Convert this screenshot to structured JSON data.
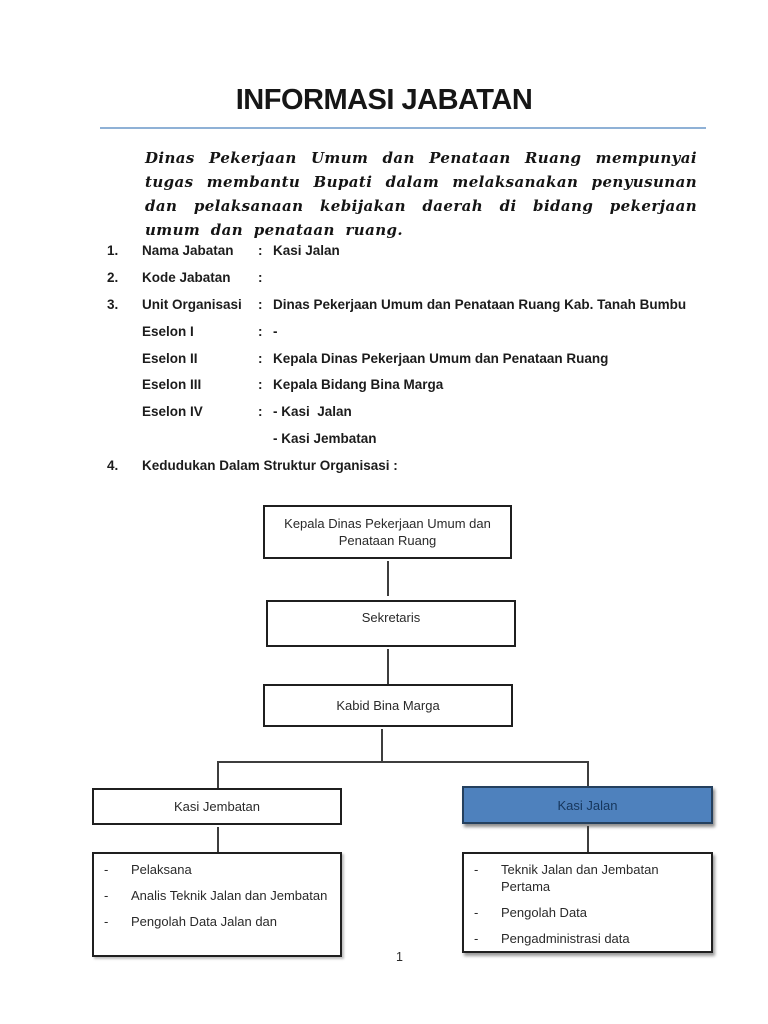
{
  "page": {
    "title": "INFORMASI JABATAN",
    "page_number": "1",
    "accent_line_color": "#8fb1d6"
  },
  "intro_paragraph": "Dinas Pekerjaan Umum dan Penataan Ruang mempunyai tugas membantu Bupati dalam melaksanakan penyusunan dan pelaksanaan kebijakan daerah di bidang pekerjaan umum dan penataan ruang.",
  "job_info": {
    "items": [
      {
        "no": "1.",
        "label": "Nama Jabatan",
        "sep": ":",
        "value": "Kasi Jalan"
      },
      {
        "no": "2.",
        "label": "Kode Jabatan",
        "sep": ":",
        "value": ""
      },
      {
        "no": "3.",
        "label": "Unit Organisasi",
        "sep": ":",
        "value": "Dinas Pekerjaan Umum dan Penataan Ruang Kab. Tanah Bumbu"
      },
      {
        "no": "",
        "label": "Eselon I",
        "sep": ":",
        "value": "-"
      },
      {
        "no": "",
        "label": "Eselon II",
        "sep": ":",
        "value": "Kepala Dinas Pekerjaan Umum dan Penataan Ruang"
      },
      {
        "no": "",
        "label": "Eselon III",
        "sep": ":",
        "value": "Kepala Bidang Bina Marga"
      },
      {
        "no": "",
        "label": "Eselon IV",
        "sep": ":",
        "value": "- Kasi  Jalan"
      },
      {
        "no": "",
        "label": "",
        "sep": "",
        "value": "- Kasi Jembatan"
      },
      {
        "no": "4.",
        "label": "Kedudukan Dalam Struktur Organisasi :",
        "sep": "",
        "value": ""
      }
    ]
  },
  "org_chart": {
    "bullet": "-",
    "root": "Kepala Dinas Pekerjaan Umum dan Penataan Ruang",
    "level2": "Sekretaris",
    "level3": "Kabid Bina Marga",
    "left_branch": {
      "title": "Kasi Jembatan",
      "members": [
        "Pelaksana",
        "Analis Teknik Jalan dan Jembatan",
        "Pengolah Data Jalan dan"
      ]
    },
    "right_branch": {
      "title": "Kasi Jalan",
      "highlight_fill": "#4e81bd",
      "highlight_border": "#24405e",
      "highlight_text": "#16365c",
      "members": [
        "Teknik Jalan dan Jembatan Pertama",
        "Pengolah Data",
        "Pengadministrasi data"
      ]
    }
  }
}
